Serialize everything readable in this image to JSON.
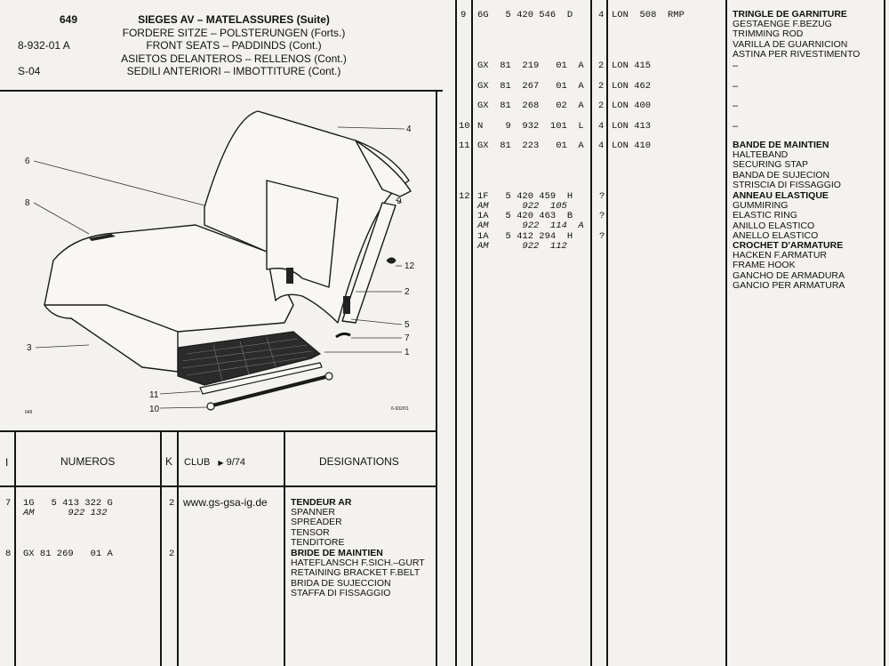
{
  "header": {
    "page_number": "649",
    "ref_code": "8-932-01 A",
    "section_code": "S-04",
    "titles": [
      "SIEGES AV – MATELASSURES (Suite)",
      "FORDERE SITZE – POLSTERUNGEN (Forts.)",
      "FRONT SEATS – PADDINDS (Cont.)",
      "ASIETOS DELANTEROS – RELLENOS (Cont.)",
      "SEDILI ANTERIORI – IMBOTTITURE (Cont.)"
    ]
  },
  "figure": {
    "callouts": [
      "4",
      "6",
      "8",
      "9",
      "12",
      "2",
      "5",
      "7",
      "1",
      "3",
      "11",
      "10"
    ],
    "small_left": "649",
    "small_right": "6-932/01"
  },
  "table_header": {
    "col_i": "I",
    "col_numeros": "NUMEROS",
    "col_k": "K",
    "col_club": "CLUB",
    "club_arrow": "▶",
    "club_date": "9/74",
    "col_designations": "DESIGNATIONS"
  },
  "left_rows": [
    {
      "index": "7",
      "number": "1G   5 413 322 G",
      "sub": "AM      922 132",
      "k": "2",
      "club": "www.gs-gsa-ig.de",
      "designations": [
        {
          "text": "TENDEUR AR",
          "bold": true
        },
        {
          "text": "SPANNER",
          "bold": false
        },
        {
          "text": "SPREADER",
          "bold": false
        },
        {
          "text": "TENSOR",
          "bold": false
        },
        {
          "text": "TENDITORE",
          "bold": false
        }
      ]
    },
    {
      "index": "8",
      "number": "GX 81 269   01 A",
      "sub": "",
      "k": "2",
      "club": "",
      "designations": [
        {
          "text": "BRIDE DE MAINTIEN",
          "bold": true
        },
        {
          "text": "HATEFLANSCH F.SICH.–GURT",
          "bold": false
        },
        {
          "text": "RETAINING BRACKET F.BELT",
          "bold": false
        },
        {
          "text": "BRIDA DE SUJECCION",
          "bold": false
        },
        {
          "text": "STAFFA DI FISSAGGIO",
          "bold": false
        }
      ]
    }
  ],
  "right_rows": [
    {
      "index": "9",
      "number": "6G   5 420 546  D",
      "sub": "",
      "k": "4",
      "club": "LON  508  RMP"
    },
    {
      "index": "",
      "number": "GX  81  219   01  A",
      "sub": "",
      "k": "2",
      "club": "LON 415"
    },
    {
      "index": "",
      "number": "GX  81  267   01  A",
      "sub": "",
      "k": "2",
      "club": "LON 462"
    },
    {
      "index": "",
      "number": "GX  81  268   02  A",
      "sub": "",
      "k": "2",
      "club": "LON 400"
    },
    {
      "index": "10",
      "number": "N    9  932  101  L",
      "sub": "",
      "k": "4",
      "club": "LON 413"
    },
    {
      "index": "11",
      "number": "GX  81  223   01  A",
      "sub": "",
      "k": "4",
      "club": "LON 410"
    },
    {
      "index": "12",
      "number": "1F   5 420 459  H",
      "sub": "",
      "k": "?",
      "club": ""
    },
    {
      "index": "",
      "number": "AM      922  105",
      "sub": "",
      "k": "",
      "club": ""
    },
    {
      "index": "",
      "number": "1A   5 420 463  B",
      "sub": "",
      "k": "?",
      "club": ""
    },
    {
      "index": "",
      "number": "AM      922  114  A",
      "sub": "",
      "k": "",
      "club": ""
    },
    {
      "index": "",
      "number": "1A   5 412 294  H",
      "sub": "",
      "k": "?",
      "club": ""
    },
    {
      "index": "",
      "number": "AM      922  112",
      "sub": "",
      "k": "",
      "club": ""
    }
  ],
  "right_designations": {
    "block_9": [
      {
        "text": "TRINGLE DE GARNITURE",
        "bold": true
      },
      {
        "text": "GESTAENGE F.BEZUG",
        "bold": false
      },
      {
        "text": "TRIMMING ROD",
        "bold": false
      },
      {
        "text": "VARILLA DE GUARNICION",
        "bold": false
      },
      {
        "text": "ASTINA PER RIVESTIMENTO",
        "bold": false
      }
    ],
    "dashes": [
      "–",
      "–",
      "–",
      "–"
    ],
    "block_11": [
      {
        "text": "BANDE DE MAINTIEN",
        "bold": true
      },
      {
        "text": "HALTEBAND",
        "bold": false
      },
      {
        "text": "SECURING STAP",
        "bold": false
      },
      {
        "text": "BANDA DE SUJECION",
        "bold": false
      },
      {
        "text": "STRISCIA DI FISSAGGIO",
        "bold": false
      }
    ],
    "block_12": [
      {
        "text": "ANNEAU ELASTIQUE",
        "bold": true
      },
      {
        "text": "GUMMIRING",
        "bold": false
      },
      {
        "text": "ELASTIC RING",
        "bold": false
      },
      {
        "text": "ANILLO ELASTICO",
        "bold": false
      },
      {
        "text": "ANELLO ELASTICO",
        "bold": false
      },
      {
        "text": "CROCHET D'ARMATURE",
        "bold": true
      },
      {
        "text": "HACKEN F.ARMATUR",
        "bold": false
      },
      {
        "text": "FRAME HOOK",
        "bold": false
      },
      {
        "text": "GANCHO DE ARMADURA",
        "bold": false
      },
      {
        "text": "GANCIO PER ARMATURA",
        "bold": false
      }
    ]
  }
}
